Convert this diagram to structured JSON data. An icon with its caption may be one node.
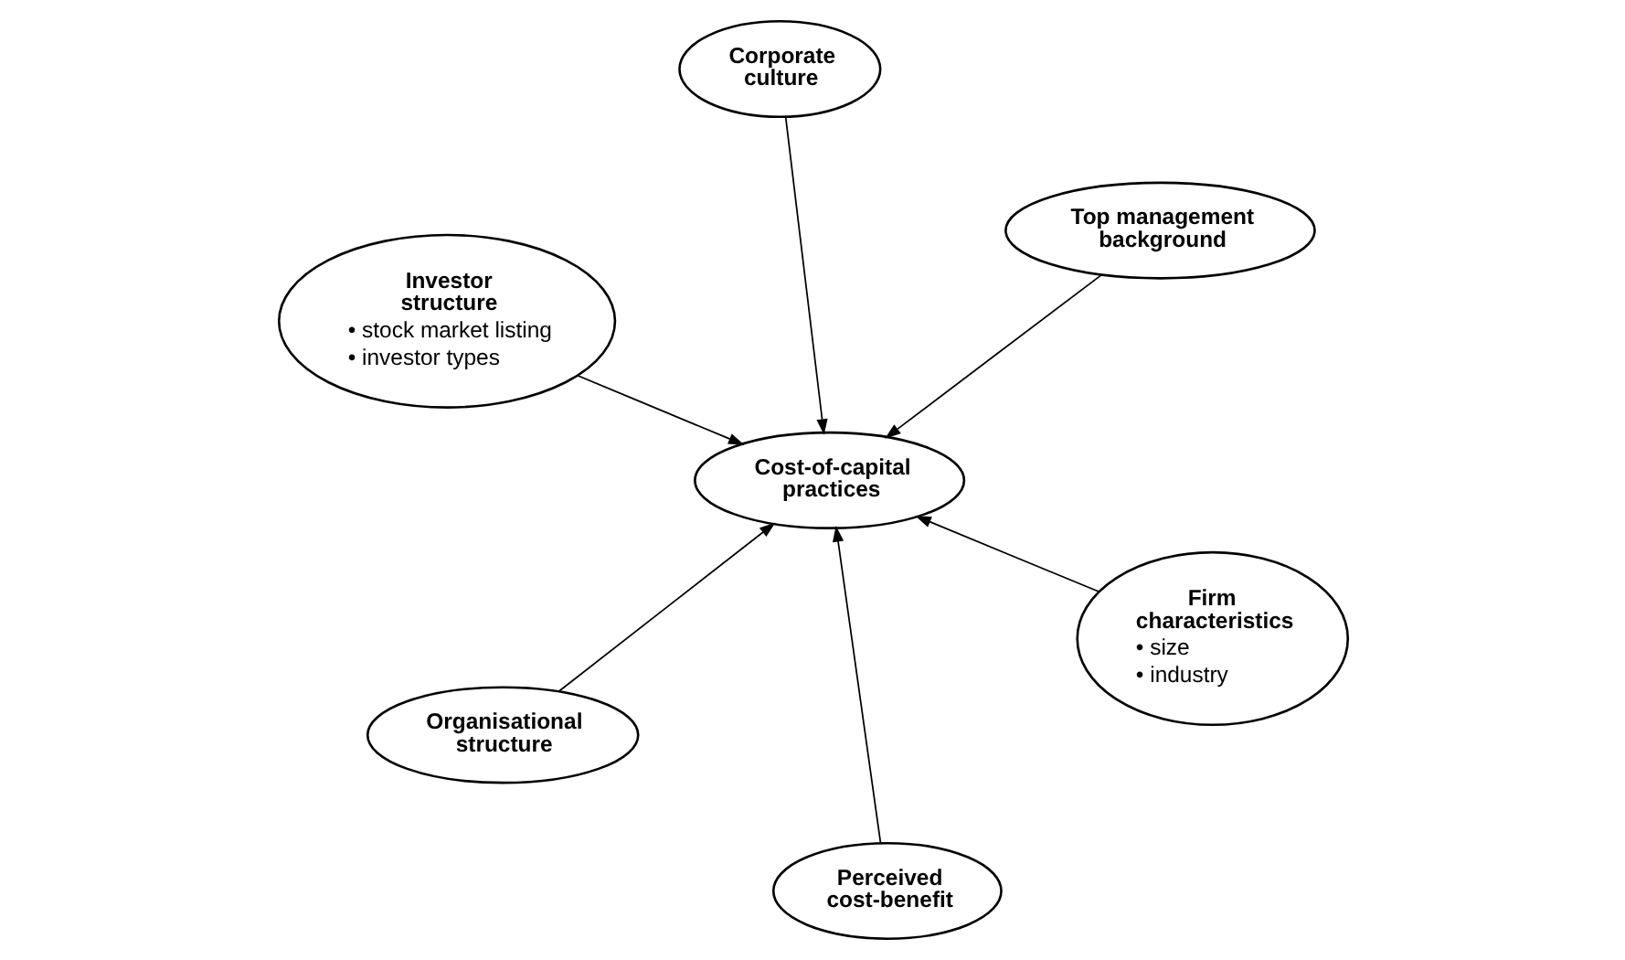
{
  "diagram": {
    "nodes": [
      {
        "text": [
          "Investor structure",
          "• stock market listing",
          "• investor types"
        ]
      },
      {
        "text": [
          "Firm characteristics",
          "• size",
          "• industry"
        ]
      },
      {
        "text": [
          "Perceived cost-benefit"
        ]
      },
      {
        "text": [
          "Cost-of-capital practices"
        ]
      },
      {
        "text": [
          "Top management background"
        ]
      },
      {
        "text": [
          "Corporate culture"
        ]
      },
      {
        "text": [
          "Organisational structure"
        ]
      }
    ],
    "edges": [
      {
        "from": 0,
        "to": 3,
        "arrow": "to"
      },
      {
        "from": 1,
        "to": 3,
        "arrow": "to"
      },
      {
        "from": 2,
        "to": 3,
        "arrow": "to"
      },
      {
        "from": 4,
        "to": 3,
        "arrow": "to"
      },
      {
        "from": 5,
        "to": 3,
        "arrow": "to"
      },
      {
        "from": 6,
        "to": 3,
        "arrow": "to"
      }
    ]
  }
}
